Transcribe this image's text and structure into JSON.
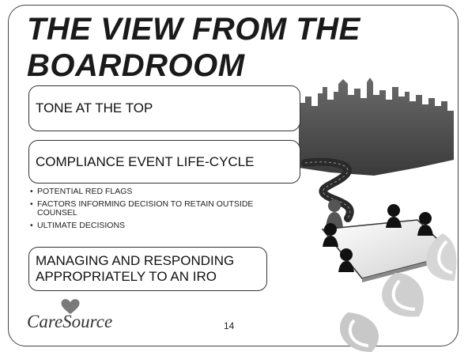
{
  "title": {
    "line1": "THE VIEW FROM THE",
    "line2": "BOARDROOM"
  },
  "boxes": {
    "tone": "TONE AT THE TOP",
    "lifecycle": "COMPLIANCE EVENT LIFE-CYCLE",
    "managing": "MANAGING AND RESPONDING APPROPRIATELY TO AN  IRO"
  },
  "bullets": [
    "POTENTIAL RED FLAGS",
    "FACTORS INFORMING DECISION TO RETAIN OUTSIDE COUNSEL",
    "ULTIMATE DECISIONS"
  ],
  "logo": {
    "text": "CareSource"
  },
  "page_number": "14"
}
